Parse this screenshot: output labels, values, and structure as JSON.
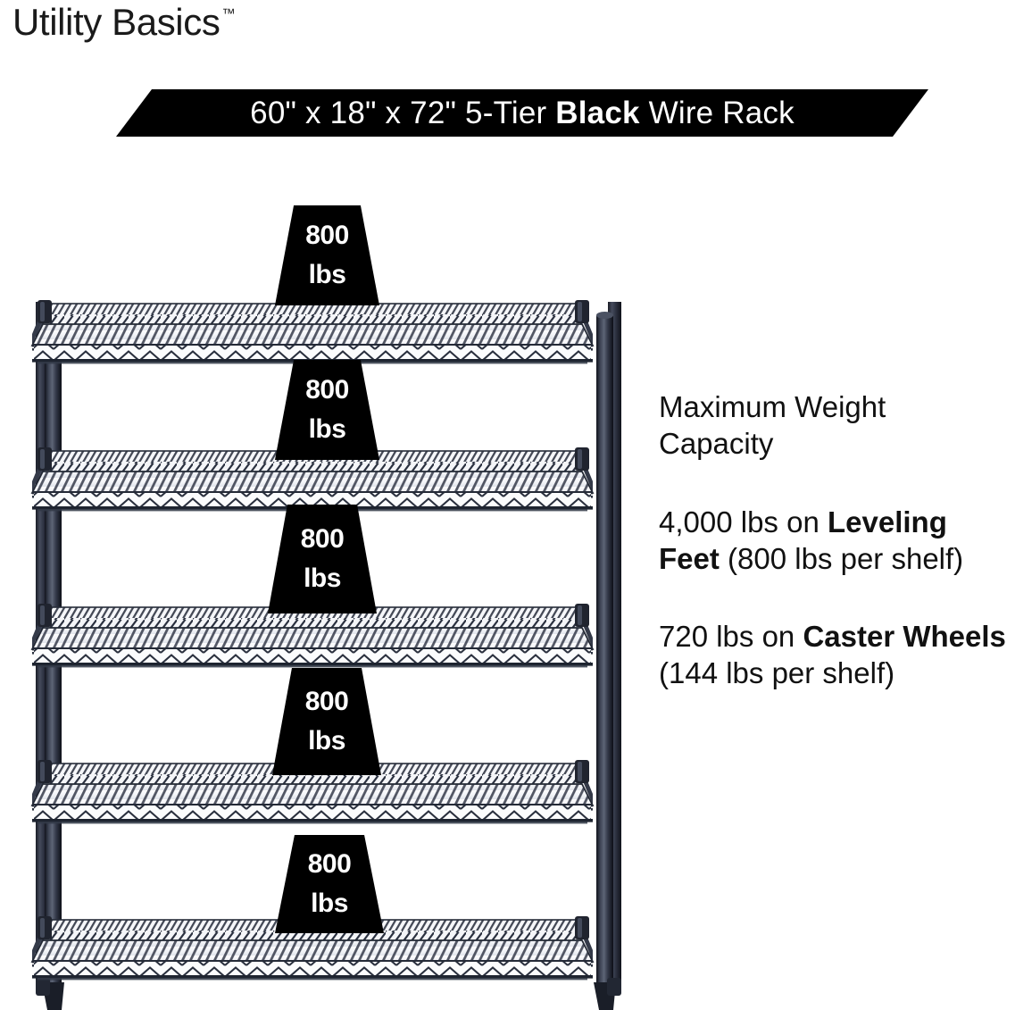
{
  "brand": {
    "name": "Utility Basics",
    "tm": "™"
  },
  "banner": {
    "prefix": "60\" x 18\" x 72\" 5-Tier ",
    "bold": "Black",
    "suffix": " Wire Rack",
    "full_text": "60\" x 18\" x 72\" 5-Tier Black Wire Rack",
    "background_color": "#000000",
    "text_color": "#ffffff"
  },
  "info": {
    "heading": "Maximum Weight Capacity",
    "paragraph_1": {
      "lead": "4,000 lbs on ",
      "bold": "Leveling Feet",
      "tail": " (800 lbs per shelf)",
      "full_text": "4,000 lbs on Leveling Feet (800 lbs per shelf)"
    },
    "paragraph_2": {
      "lead": "720 lbs on ",
      "bold": "Caster Wheels",
      "tail": " (144 lbs per shelf)",
      "full_text": "720 lbs on Caster Wheels (144 lbs per shelf)"
    }
  },
  "product": {
    "tier_count": 5,
    "frame_color": "#2b2f3c",
    "badge_color": "#000000",
    "badge_text_color": "#ffffff",
    "shelf_badges": [
      {
        "value": "800",
        "unit": "lbs"
      },
      {
        "value": "800",
        "unit": "lbs"
      },
      {
        "value": "800",
        "unit": "lbs"
      },
      {
        "value": "800",
        "unit": "lbs"
      },
      {
        "value": "800",
        "unit": "lbs"
      }
    ]
  }
}
